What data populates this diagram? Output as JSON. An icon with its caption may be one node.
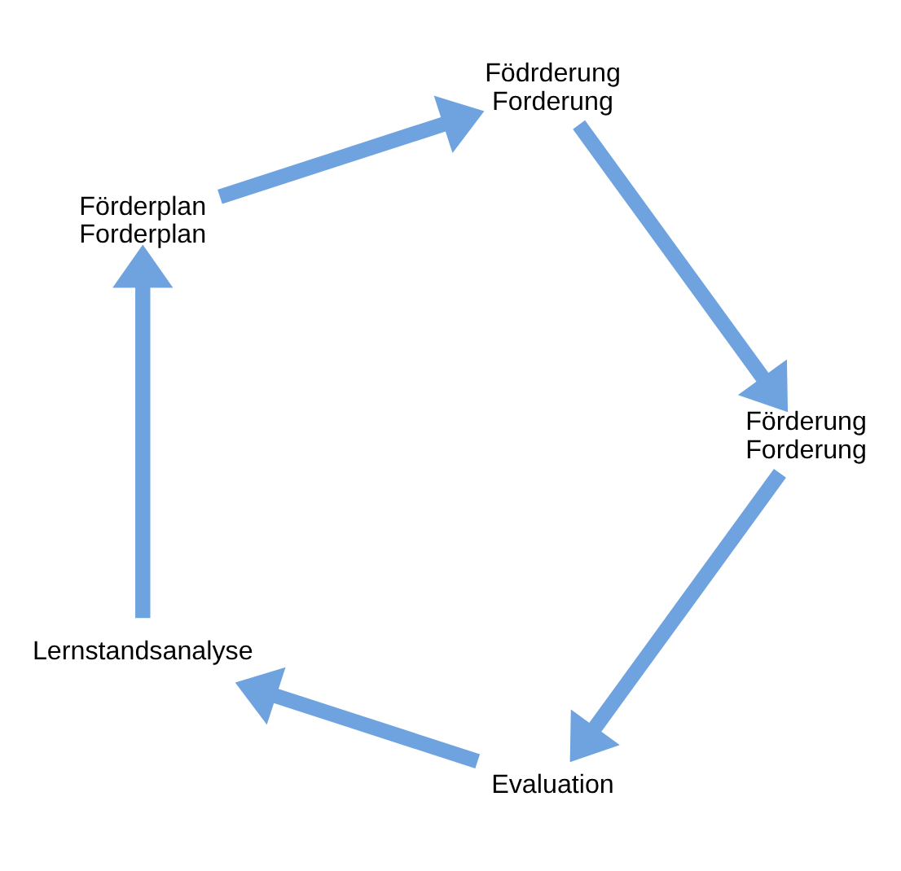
{
  "diagram": {
    "nodes": [
      {
        "text": [
          "Lernstandsanalyse"
        ]
      },
      {
        "text": [
          "Förderplan",
          "Forderplan"
        ]
      },
      {
        "text": [
          "Födrderung",
          "Forderung"
        ]
      },
      {
        "text": [
          "Förderung",
          "Forderung"
        ]
      },
      {
        "text": [
          "Evaluation"
        ]
      }
    ],
    "edges": [
      {
        "from": 0,
        "to": 1,
        "arrow": "to"
      },
      {
        "from": 1,
        "to": 2,
        "arrow": "to"
      },
      {
        "from": 2,
        "to": 3,
        "arrow": "to"
      },
      {
        "from": 3,
        "to": 4,
        "arrow": "to"
      },
      {
        "from": 4,
        "to": 0,
        "arrow": "to"
      }
    ]
  }
}
